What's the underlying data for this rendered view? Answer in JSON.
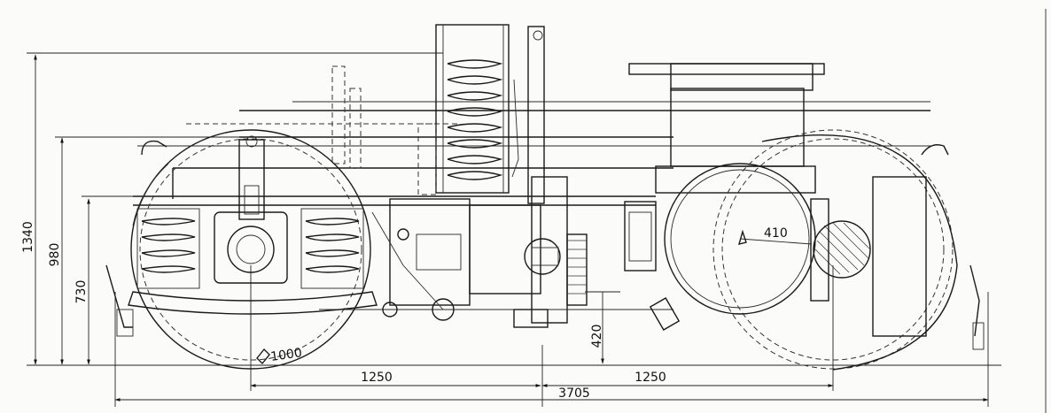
{
  "drawing": {
    "dimensions": {
      "height_total": "1340",
      "height_frame": "980",
      "height_axle": "730",
      "motor_radius": "410",
      "wheel_dia": "1000",
      "wheelbase_left": "1250",
      "wheelbase_right": "1250",
      "overall_length": "3705",
      "gear_height": "420"
    }
  }
}
